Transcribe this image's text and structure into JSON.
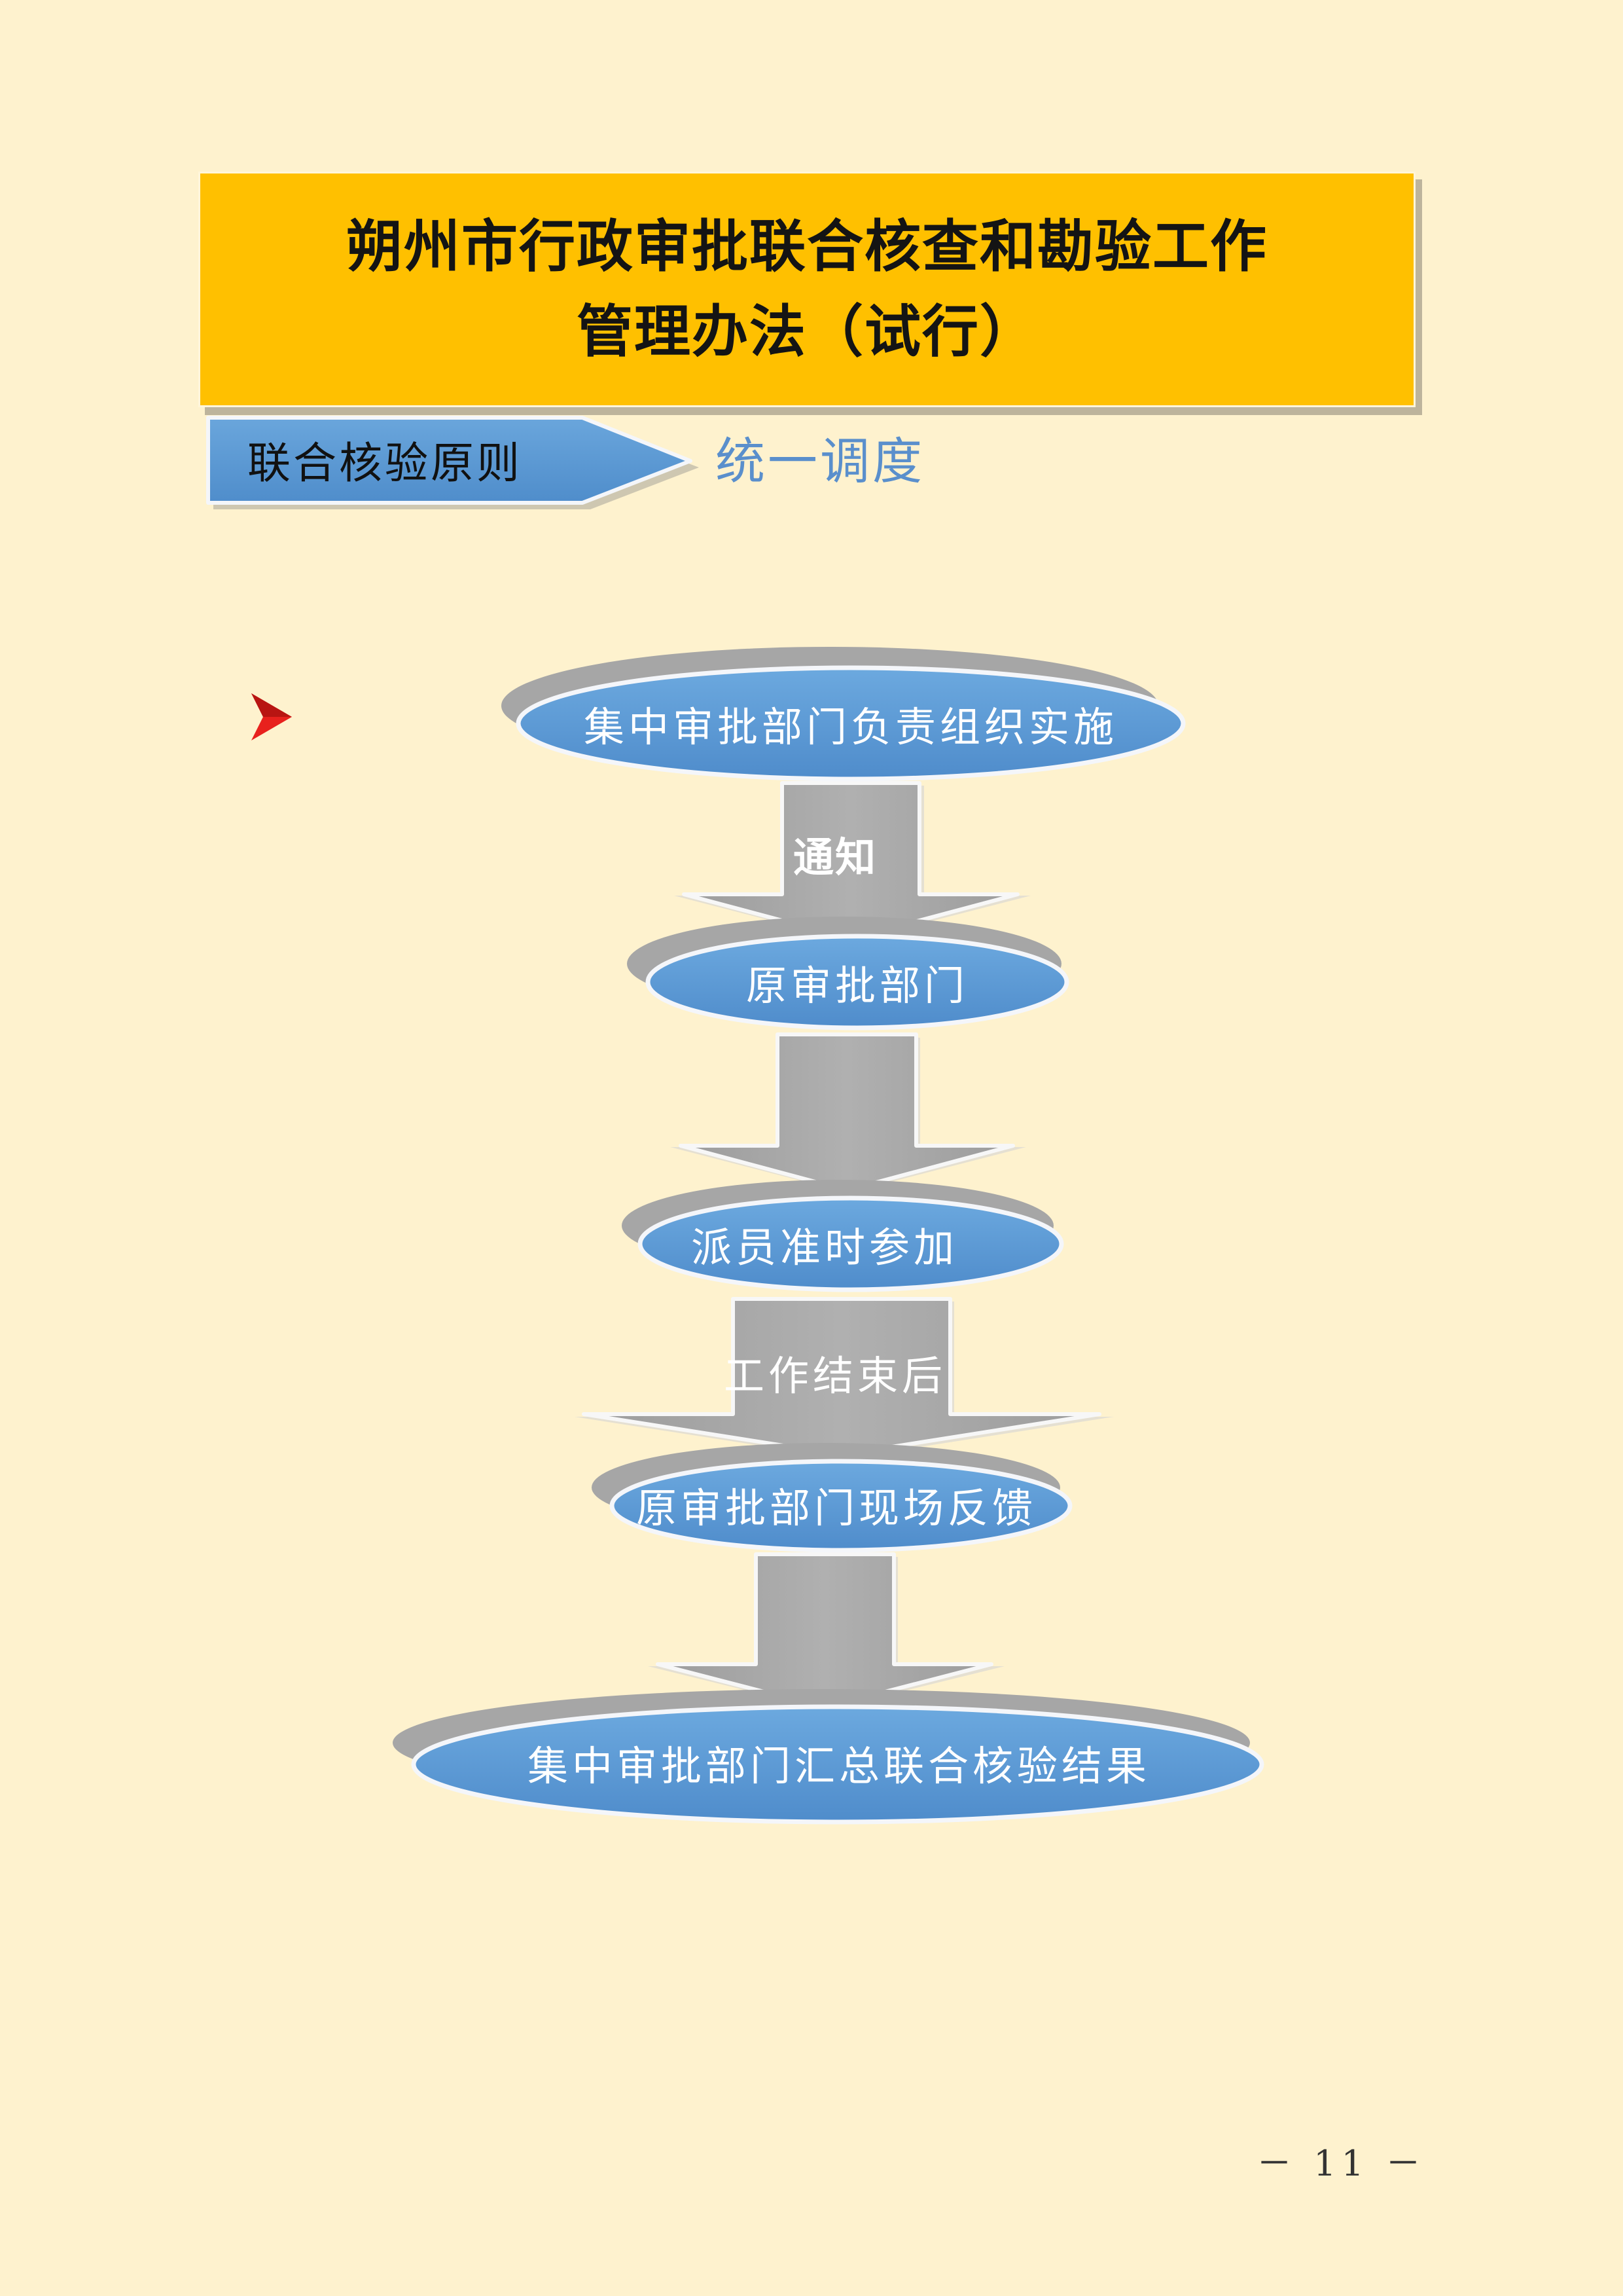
{
  "document": {
    "title_line1": "朔州市行政审批联合核查和勘验工作",
    "title_line2": "管理办法（试行）",
    "principle_label": "联合核验原则",
    "principle_value": "统一调度",
    "page_number": "－ 11 －"
  },
  "flow": {
    "nodes": [
      {
        "id": "n1",
        "label": "集中审批部门负责组织实施"
      },
      {
        "id": "n2",
        "label": "原审批部门"
      },
      {
        "id": "n3",
        "label": "派员准时参加"
      },
      {
        "id": "n4",
        "label": "原审批部门现场反馈"
      },
      {
        "id": "n5",
        "label": "集中审批部门汇总联合核验结果"
      }
    ],
    "edges": [
      {
        "from": "n1",
        "to": "n2",
        "label": "通知"
      },
      {
        "from": "n2",
        "to": "n3",
        "label": ""
      },
      {
        "from": "n3",
        "to": "n4",
        "label": "工作结束后"
      },
      {
        "from": "n4",
        "to": "n5",
        "label": ""
      }
    ]
  },
  "colors": {
    "page_background": "#FEF2CE",
    "title_fill": "#FFC000",
    "node_fill": "#5B9BD5",
    "node_shadow": "#A6A6A6",
    "arrow_fill": "#A6A6A6",
    "label_box_fill": "#5B9BD5",
    "principle_value_text": "#5A8FCC",
    "bullet": "#E8211D"
  }
}
